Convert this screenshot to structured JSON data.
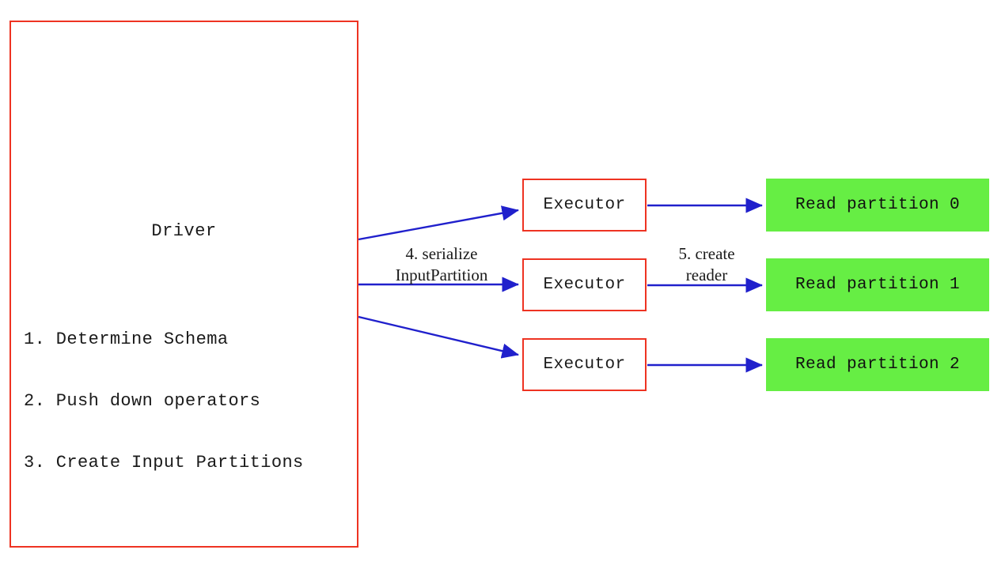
{
  "diagram": {
    "title_implicit": "Spark DataSourceV2 read flow",
    "colors": {
      "box_border_red": "#ee3322",
      "partition_fill_green": "#66ee44",
      "arrow_blue": "#2020cc",
      "text_dark": "#1a1a1a",
      "background": "#ffffff"
    },
    "driver": {
      "title": "Driver",
      "steps": [
        "1. Determine Schema",
        "2. Push down operators",
        "3. Create Input Partitions"
      ]
    },
    "executors": [
      {
        "label": "Executor"
      },
      {
        "label": "Executor"
      },
      {
        "label": "Executor"
      }
    ],
    "partitions": [
      {
        "label": "Read partition 0"
      },
      {
        "label": "Read partition 1"
      },
      {
        "label": "Read partition 2"
      }
    ],
    "edge_labels": {
      "serialize": {
        "line1": "4. serialize",
        "line2": "InputPartition"
      },
      "create_reader": {
        "line1": "5. create",
        "line2": "reader"
      }
    }
  }
}
